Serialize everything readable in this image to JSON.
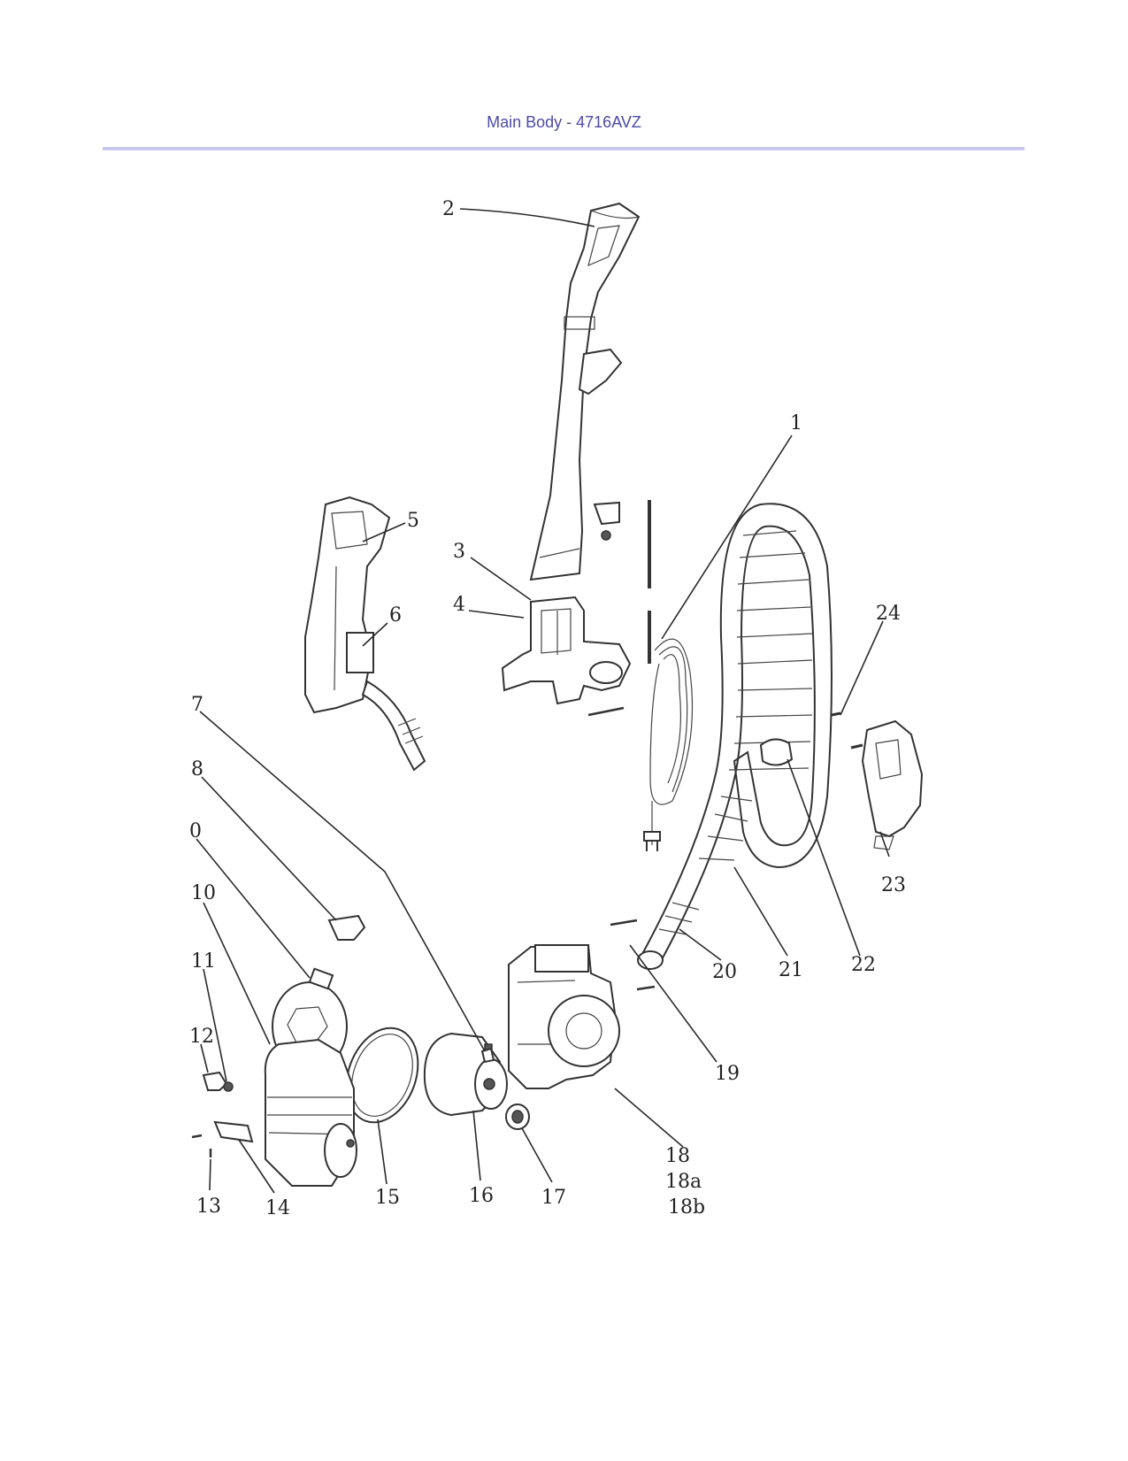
{
  "header": {
    "title": "Main Body - 4716AVZ"
  },
  "callouts": [
    {
      "id": "c2",
      "text": "2"
    },
    {
      "id": "c1",
      "text": "1"
    },
    {
      "id": "c5",
      "text": "5"
    },
    {
      "id": "c3",
      "text": "3"
    },
    {
      "id": "c4",
      "text": "4"
    },
    {
      "id": "c6",
      "text": "6"
    },
    {
      "id": "c24",
      "text": "24"
    },
    {
      "id": "c7",
      "text": "7"
    },
    {
      "id": "c8",
      "text": "8"
    },
    {
      "id": "c9",
      "text": "0"
    },
    {
      "id": "c10",
      "text": "10"
    },
    {
      "id": "c23",
      "text": "23"
    },
    {
      "id": "c11",
      "text": "11"
    },
    {
      "id": "c20",
      "text": "20"
    },
    {
      "id": "c21",
      "text": "21"
    },
    {
      "id": "c22",
      "text": "22"
    },
    {
      "id": "c12",
      "text": "12"
    },
    {
      "id": "c19",
      "text": "19"
    },
    {
      "id": "c18",
      "text": "18"
    },
    {
      "id": "c18a",
      "text": "18a"
    },
    {
      "id": "c18b",
      "text": "18b"
    },
    {
      "id": "c13",
      "text": "13"
    },
    {
      "id": "c14",
      "text": "14"
    },
    {
      "id": "c15",
      "text": "15"
    },
    {
      "id": "c16",
      "text": "16"
    },
    {
      "id": "c17",
      "text": "17"
    }
  ]
}
